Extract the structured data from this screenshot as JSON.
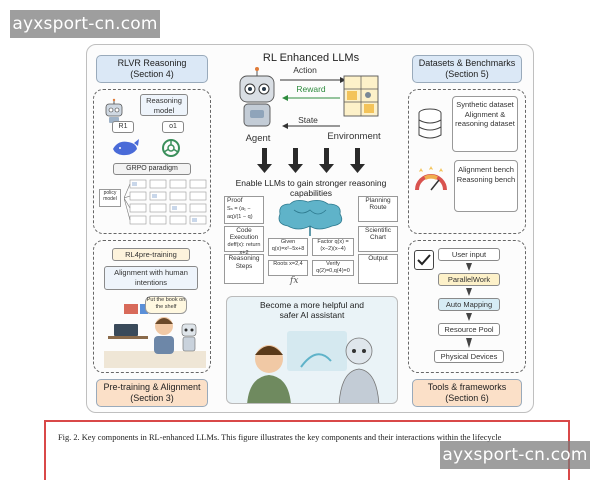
{
  "watermark": "ayxsport-cn.com",
  "center": {
    "title": "RL Enhanced LLMs",
    "action": "Action",
    "reward": "Reward",
    "state": "State",
    "agent": "Agent",
    "environment": "Environment",
    "enable_title": "Enable LLMs to gain stronger reasoning capabilities",
    "proof": "Proof",
    "proof_formula": "Sₙ = (a₁ − aq)/(1 − q)",
    "code_execution": "Code Execution",
    "code_snippet": "deff(x): return x+2",
    "reasoning_steps": "Reasoning Steps",
    "given": "Given q(x)=x²−5x+8",
    "factor": "Factor q(x) =(x−2)(x−4)",
    "roots": "Roots x=2,4",
    "verify": "Verify q(2)=0,q(4)=0",
    "fx": "fx",
    "planning_route": "Planning Route",
    "scientific_chart": "Scientific Chart",
    "output": "Output",
    "assistant_text": "Become a more helpful and safer AI assistant"
  },
  "rlvr": {
    "header": "RLVR Reasoning\n(Section 4)",
    "reasoning_model": "Reasoning model",
    "r1": "R1",
    "o1": "o1",
    "grpo": "GRPO paradigm",
    "policy_model": "policy model"
  },
  "pretraining": {
    "header": "Pre-training & Alignment\n(Section 3)",
    "rl4pre": "RL4pre-training",
    "alignment": "Alignment with human intentions",
    "speech": "Put the book on the shelf"
  },
  "datasets": {
    "header": "Datasets & Benchmarks\n(Section 5)",
    "synthetic": "Synthetic dataset Alignment & reasoning dataset",
    "bench": "Alignment bench Reasoning bench"
  },
  "tools": {
    "header": "Tools & frameworks\n(Section 6)",
    "items": [
      "User input",
      "ParallelWork",
      "Auto Mapping",
      "Resource Pool",
      "Physical Devices"
    ]
  },
  "caption": "Fig. 2.  Key components in RL-enhanced LLMs. This figure illustrates the key components and their interactions within the lifecycle",
  "colors": {
    "blue_header": "#dbe8f6",
    "orange_header": "#fbe0c8",
    "caption_border": "#d94848"
  }
}
